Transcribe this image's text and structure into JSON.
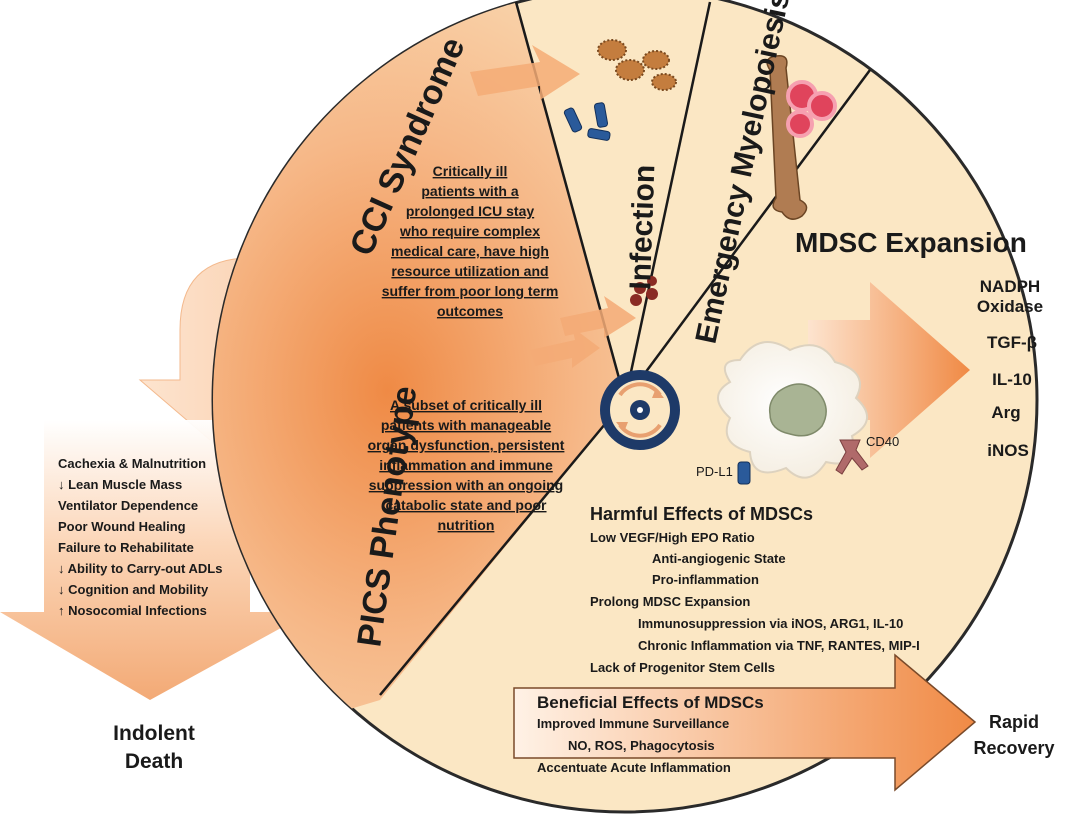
{
  "colors": {
    "circle_fill": "#fbe7c4",
    "circle_stroke": "#2a2a2a",
    "arrow_orange": "#f2a56e",
    "arrow_light": "#fde4cf",
    "hub_blue": "#1e3a68",
    "cell_green": "#a9b494",
    "bone": "#b07c52",
    "pathogen_blue": "#2a5a9a"
  },
  "icons": {
    "bacteria": "bacteria-icon",
    "rod_bacteria": "rod-bacteria-icon",
    "cocci": "cocci-icon",
    "bone": "bone-icon",
    "progenitor_cells": "red-cells-icon",
    "mdsc_cell": "mdsc-cell-icon",
    "pd_l1": "receptor-icon",
    "cd40": "receptor-icon",
    "hub": "cycle-hub-icon"
  },
  "sectors": {
    "cci": {
      "title": "CCI Syndrome",
      "description": [
        "Critically ill",
        "patients with a",
        "prolonged ICU stay",
        "who require complex",
        "medical care, have high",
        "resource utilization and",
        "suffer from poor long term",
        "outcomes"
      ]
    },
    "pics": {
      "title": "PICS Phenotype",
      "description": [
        "A subset of critically ill",
        "patients with manageable",
        "organ dysfunction, persistent",
        "inflammation and immune",
        "suppression with an ongoing",
        "catabolic state and poor",
        "nutrition"
      ]
    },
    "infection": {
      "title": "Infection"
    },
    "myelopoiesis": {
      "title": "Emergency Myelopoiesis"
    },
    "mdsc": {
      "title": "MDSC Expansion",
      "mediators": [
        "NADPH",
        "Oxidase",
        "TGF-β",
        "IL-10",
        "Arg",
        "iNOS"
      ],
      "receptors": {
        "pd_l1": "PD-L1",
        "cd40": "CD40"
      }
    }
  },
  "harmful": {
    "title": "Harmful Effects of MDSCs",
    "lines": [
      "Low VEGF/High EPO Ratio",
      "Anti-angiogenic State",
      "Pro-inflammation",
      "Prolong MDSC Expansion",
      "Immunosuppression via iNOS, ARG1, IL-10",
      "Chronic Inflammation via TNF, RANTES, MIP-I",
      "Lack of Progenitor Stem Cells"
    ]
  },
  "beneficial": {
    "title": "Beneficial Effects of MDSCs",
    "lines": [
      "Improved Immune Surveillance",
      "NO,  ROS, Phagocytosis",
      "Accentuate Acute Inflammation"
    ]
  },
  "outcomes_left": {
    "lines": [
      "Cachexia & Malnutrition",
      "↓ Lean Muscle Mass",
      "Ventilator Dependence",
      "Poor Wound Healing",
      "Failure to Rehabilitate",
      "↓ Ability to Carry-out ADLs",
      "↓ Cognition and Mobility",
      "↑ Nosocomial  Infections"
    ],
    "result": [
      "Indolent",
      "Death"
    ]
  },
  "outcome_right": {
    "result": [
      "Rapid",
      "Recovery"
    ]
  }
}
